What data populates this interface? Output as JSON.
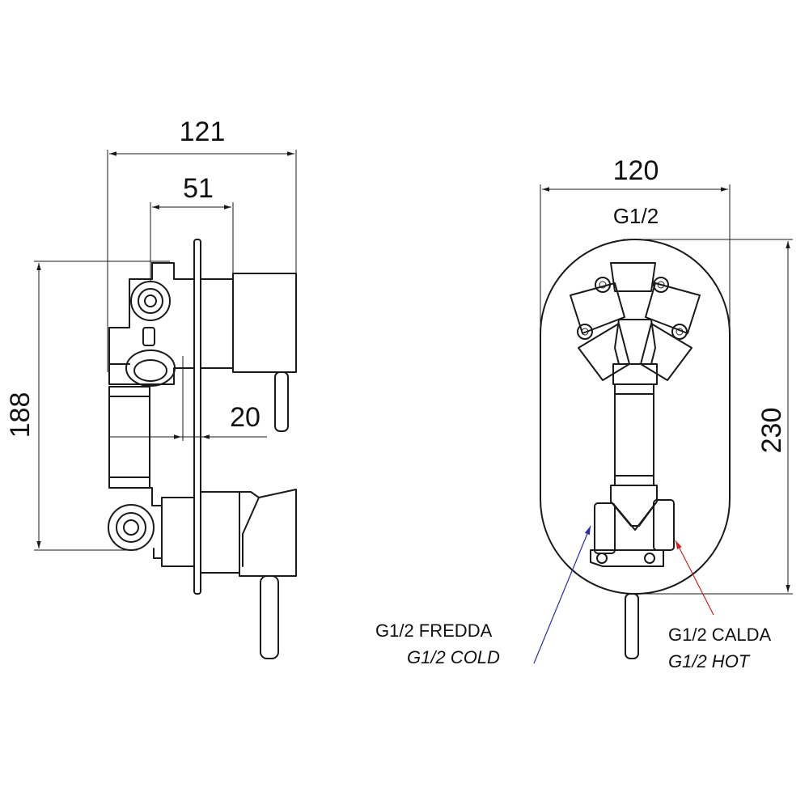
{
  "dimensions": {
    "side_width_total": "121",
    "side_width_body": "51",
    "side_depth_plate": "20",
    "side_height": "188",
    "front_width": "120",
    "front_thread": "G1/2",
    "front_height": "230"
  },
  "labels": {
    "cold_it": "G1/2 FREDDA",
    "cold_en": "G1/2 COLD",
    "hot_it": "G1/2 CALDA",
    "hot_en": "G1/2 HOT"
  },
  "colors": {
    "line": "#1a1a1a",
    "cold_arrow": "#2a2ab0",
    "hot_arrow": "#d02020"
  }
}
